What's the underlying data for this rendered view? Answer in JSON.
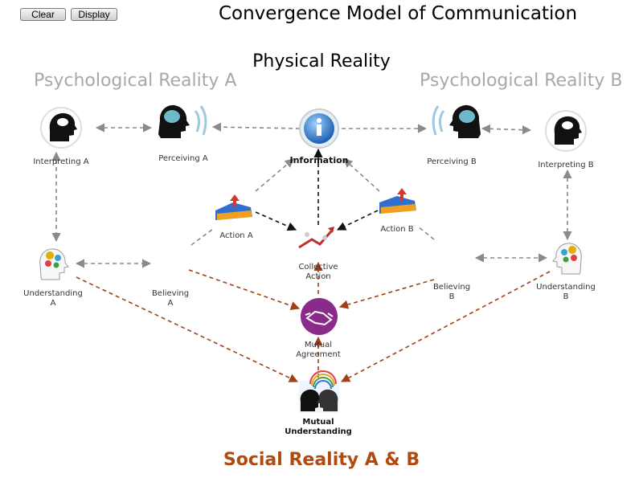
{
  "toolbar": {
    "clear_label": "Clear",
    "display_label": "Display"
  },
  "title": "Convergence Model of Communication",
  "subtitle": "Physical Reality",
  "realms": {
    "psych_a": "Psychological Reality A",
    "psych_b": "Psychological Reality B",
    "social": "Social Reality A & B"
  },
  "nodes": {
    "interpreting_a": "Interpreting A",
    "perceiving_a": "Perceiving A",
    "information": "Information",
    "perceiving_b": "Perceiving B",
    "interpreting_b": "Interpreting B",
    "action_a": "Action A",
    "action_b": "Action B",
    "understanding_a_1": "Understanding",
    "understanding_a_2": "A",
    "believing_a_1": "Believing",
    "believing_a_2": "A",
    "collective_1": "Collective",
    "collective_2": "Action",
    "believing_b_1": "Believing",
    "believing_b_2": "B",
    "understanding_b_1": "Understanding",
    "understanding_b_2": "B",
    "mutual_agreement_1": "Mutual",
    "mutual_agreement_2": "Agreement",
    "mutual_understanding_1": "Mutual",
    "mutual_understanding_2": "Understanding"
  },
  "colors": {
    "gray_arrow": "#8a8a8a",
    "black_arrow": "#111111",
    "brown_arrow": "#a0401a",
    "social_text": "#b04a10",
    "realm_text": "#a8a8a8",
    "agreement_circle": "#8a2a8a",
    "info_circle": "#1f6fc0"
  }
}
